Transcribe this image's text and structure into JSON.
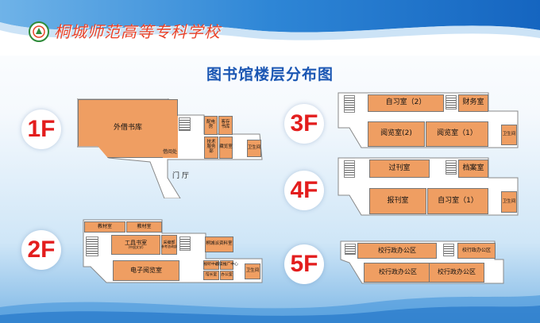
{
  "header": {
    "school_name": "桐城师范高等专科学校",
    "logo_icon": "school-emblem-icon"
  },
  "title": "图书馆楼层分布图",
  "floors": {
    "f1": {
      "label": "1F",
      "rooms": {
        "wai_jie": "外借书库",
        "jie_huan": "借阅处",
        "pei_dian": "配电房",
        "bao_cun": "客存书库",
        "ji_shu": "技术服务部",
        "cang_lan": "藏览室",
        "wc": "卫生间"
      },
      "entrance": "门 厅"
    },
    "f2": {
      "label": "2F",
      "rooms": {
        "jiaocai1": "教材室",
        "jiaocai2": "教材室",
        "gongju": "工具书室",
        "gongju_sub": "(中国文学)",
        "caibian": "采编部",
        "caibian_sub": "参考咨询部",
        "tongcheng": "桐城派资料室",
        "dianzi": "电子阅览室",
        "pan1": "视听中心",
        "pan2": "馆长室",
        "pan3": "阅读推广中心",
        "pan4": "办公室",
        "wc": "卫生间"
      }
    },
    "f3": {
      "label": "3F",
      "rooms": {
        "zixi2": "自习室（2）",
        "caiwu": "财务室",
        "yuelan2": "阅览室(2)",
        "yuelan1": "阅览室（1）",
        "wc": "卫生间"
      }
    },
    "f4": {
      "label": "4F",
      "rooms": {
        "guokan": "过刊室",
        "dangan": "档案室",
        "baokan": "报刊室",
        "zixi1": "自习室（1）",
        "wc": "卫生间"
      }
    },
    "f5": {
      "label": "5F",
      "rooms": {
        "xz1": "校行政办公区",
        "xz2": "校行政办公区",
        "xz3": "校行政办公区",
        "xz4": "校行政办公区"
      }
    }
  },
  "colors": {
    "room_fill": "#ef9e62",
    "title_blue": "#1a56b3",
    "badge_red": "#e31d1d"
  }
}
